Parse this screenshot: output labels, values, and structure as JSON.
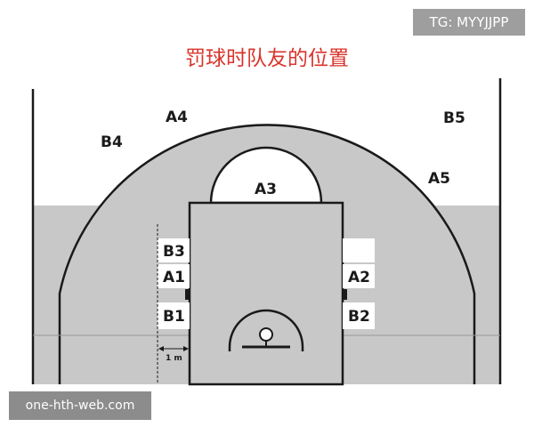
{
  "watermarks": {
    "telegram": "TG: MYYJJPP",
    "website": "one-hth-web.com"
  },
  "title": "罚球时队友的位置",
  "positions": {
    "A1": "A1",
    "A2": "A2",
    "A3": "A3",
    "A4": "A4",
    "A5": "A5",
    "B1": "B1",
    "B2": "B2",
    "B3": "B3",
    "B4": "B4",
    "B5": "B5"
  },
  "dimension": "1 m",
  "colors": {
    "title": "#d9342b",
    "court_shade": "#c8c8c8",
    "lines": "#1a1a1a",
    "badge": "#9e9e9e"
  }
}
